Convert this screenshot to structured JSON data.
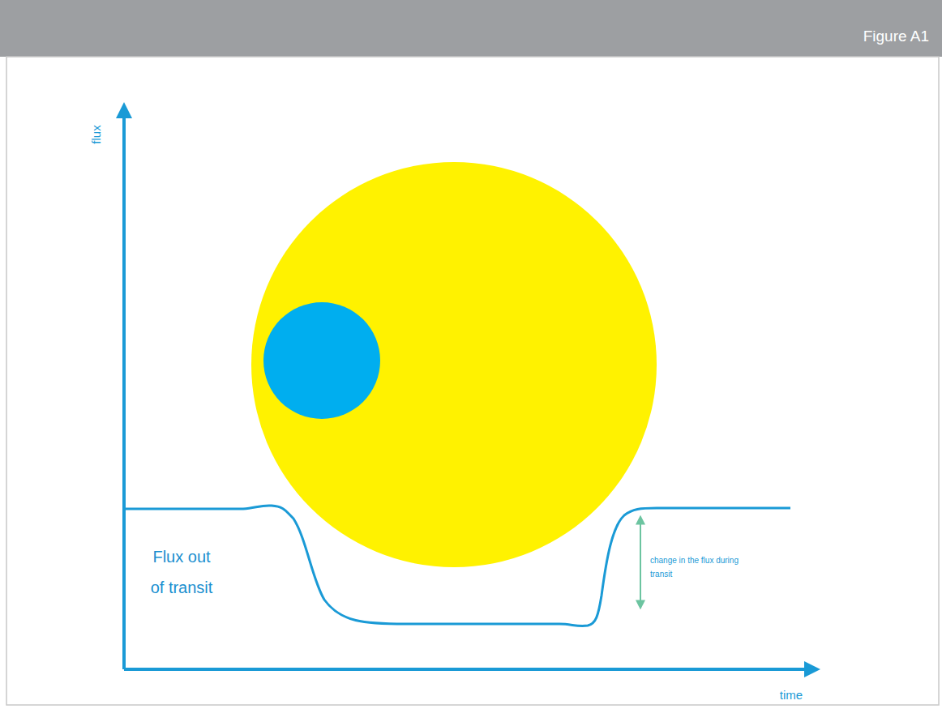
{
  "diagram": {
    "title": "Figure A1",
    "labels": [
      "flux",
      "time",
      "Flux out of transit",
      "change in the flux during transit"
    ]
  }
}
